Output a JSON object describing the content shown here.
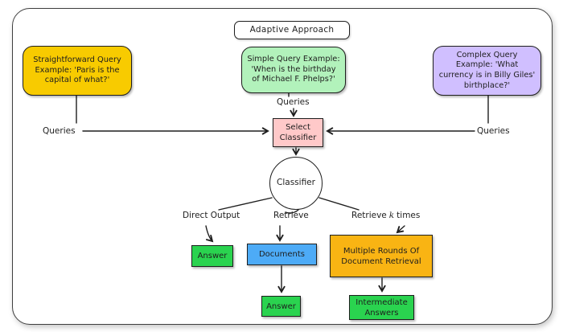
{
  "title": {
    "label": "Adaptive Approach"
  },
  "query_boxes": [
    {
      "name": "straightforward",
      "text": "Straightforward Query Example: 'Paris is the capital of what?'",
      "fill": "#f8cb00"
    },
    {
      "name": "simple",
      "text": "Simple Query Example: 'When is the birthday of Michael F. Phelps?'",
      "fill": "#b2f2bb"
    },
    {
      "name": "complex",
      "text": "Complex Query Example: 'What currency is in Billy Giles' birthplace?'",
      "fill": "#d0bfff"
    }
  ],
  "edge_labels": {
    "queries_left": "Queries",
    "queries_center": "Queries",
    "queries_right": "Queries"
  },
  "nodes": {
    "select_classifier": {
      "text": "Select Classifier",
      "fill": "#ffc9c9"
    },
    "classifier": {
      "text": "Classifier",
      "fill": "#ffffff"
    },
    "answer_direct": {
      "text": "Answer",
      "fill": "#2ad34f"
    },
    "documents": {
      "text": "Documents",
      "fill": "#4dabf7"
    },
    "multi_rounds": {
      "text": "Multiple Rounds Of Document Retrieval",
      "fill": "#f9b413"
    },
    "answer_retrieve": {
      "text": "Answer",
      "fill": "#2ad34f"
    },
    "intermediate_answers": {
      "text": "Intermediate Answers",
      "fill": "#2ad34f"
    }
  },
  "branch_labels": {
    "direct_output": "Direct Output",
    "retrieve": "Retrieve",
    "retrieve_k": {
      "pre": "Retrieve",
      "var": "k",
      "post": "times"
    }
  },
  "colors": {
    "stroke": "#1e1e1e",
    "frame_border": "#3f3f3f",
    "background": "#ffffff"
  }
}
